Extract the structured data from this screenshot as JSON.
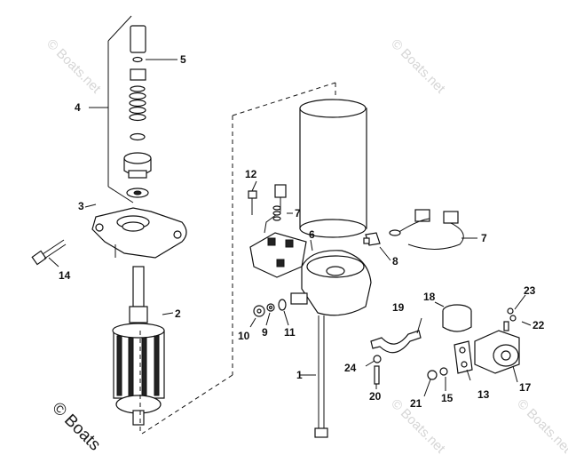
{
  "watermarks": {
    "top_left": "© Boats.net",
    "top_right": "© Boats.net",
    "bottom_left": "© Boats",
    "bottom_mid": "© Boats.net",
    "bottom_right": "© Boats.net"
  },
  "callouts": {
    "p1": "1",
    "p2": "2",
    "p3": "3",
    "p4": "4",
    "p5": "5",
    "p6": "6",
    "p7a": "7",
    "p7b": "7",
    "p8": "8",
    "p9": "9",
    "p10": "10",
    "p11": "11",
    "p12": "12",
    "p13": "13",
    "p14": "14",
    "p15": "15",
    "p17": "17",
    "p18": "18",
    "p19": "19",
    "p20": "20",
    "p21": "21",
    "p22": "22",
    "p23": "23",
    "p24": "24"
  }
}
